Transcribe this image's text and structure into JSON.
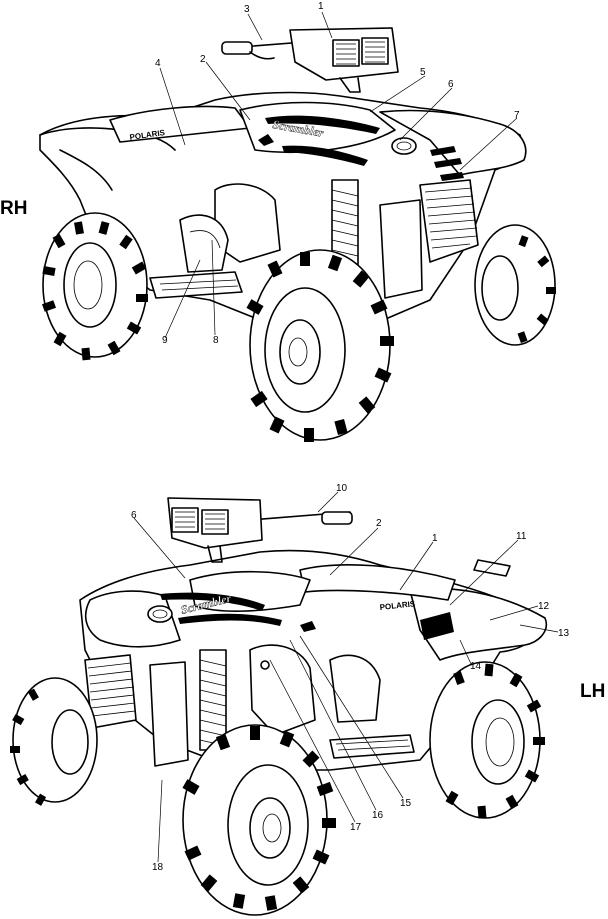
{
  "views": [
    {
      "id": "rh",
      "side_label": "RH",
      "callouts": [
        "1",
        "2",
        "3",
        "4",
        "5",
        "6",
        "7",
        "8",
        "9"
      ]
    },
    {
      "id": "lh",
      "side_label": "LH",
      "callouts": [
        "10",
        "2",
        "1",
        "11",
        "12",
        "13",
        "14",
        "15",
        "16",
        "17",
        "18",
        "6"
      ]
    }
  ],
  "decals": {
    "brand": "POLARIS",
    "model": "Scrambler"
  }
}
